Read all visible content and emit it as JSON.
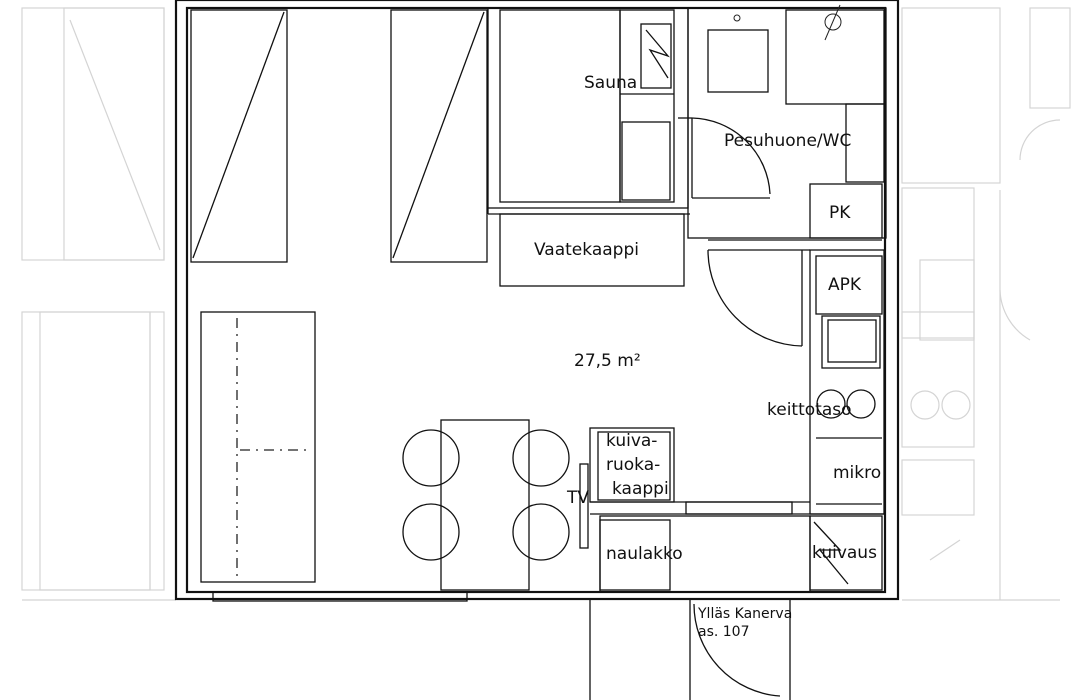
{
  "rooms": {
    "sauna": "Sauna",
    "bathroom": "Pesuhuone/WC",
    "pk": "PK",
    "wardrobe": "Vaatekaappi",
    "apk": "APK",
    "area": "27,5 m²",
    "counter": "keittotaso",
    "pantry_line1": "kuiva-",
    "pantry_line2": "ruoka-",
    "pantry_line3": "kaappi",
    "microwave": "mikro",
    "tv": "TV",
    "coat_rack": "naulakko",
    "drying": "kuivaus"
  },
  "caption": {
    "line1": "Ylläs Kanerva",
    "line2": "as. 107"
  }
}
